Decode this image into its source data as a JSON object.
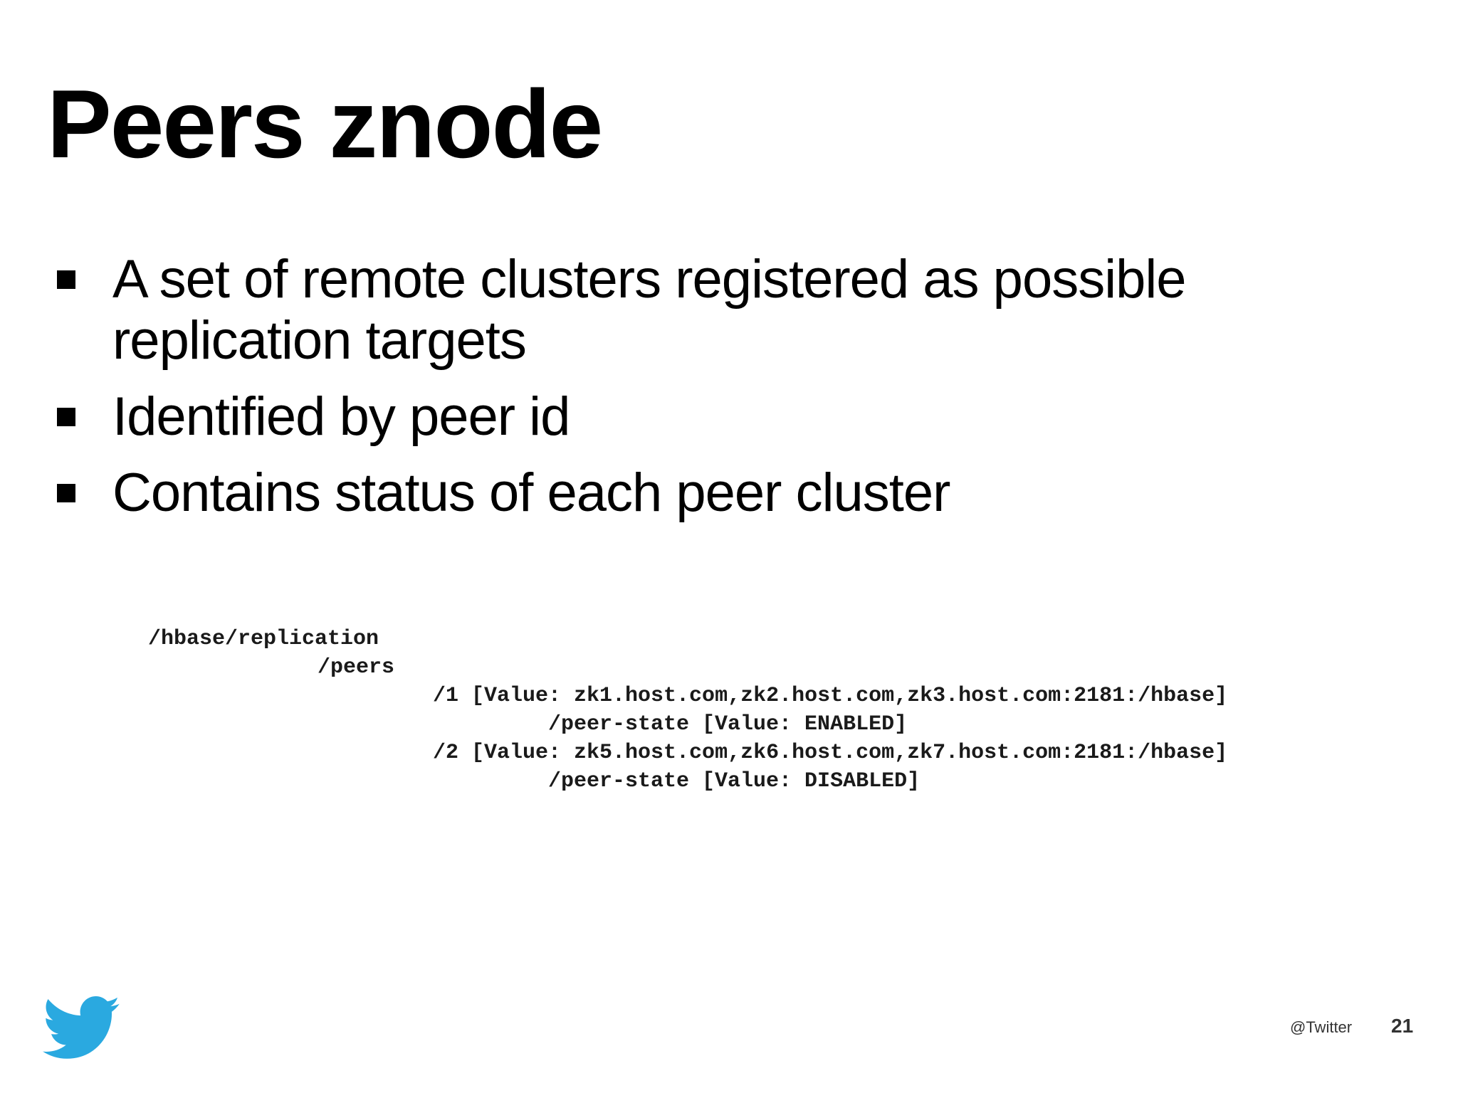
{
  "slide": {
    "title": "Peers znode",
    "bullets": [
      "A set of remote clusters registered as possible",
      "replication targets",
      "Identified by peer id",
      "Contains status of each peer cluster"
    ],
    "code_lines": [
      "/hbase/replication",
      "/peers",
      "/1 [Value: zk1.host.com,zk2.host.com,zk3.host.com:2181:/hbase]",
      "/peer-state [Value: ENABLED]",
      "/2 [Value: zk5.host.com,zk6.host.com,zk7.host.com:2181:/hbase]",
      "/peer-state [Value: DISABLED]"
    ],
    "footer": {
      "handle": "@Twitter",
      "page_number": "21",
      "logo_icon": "twitter-bird-icon",
      "logo_color": "#2aa9e0"
    }
  }
}
